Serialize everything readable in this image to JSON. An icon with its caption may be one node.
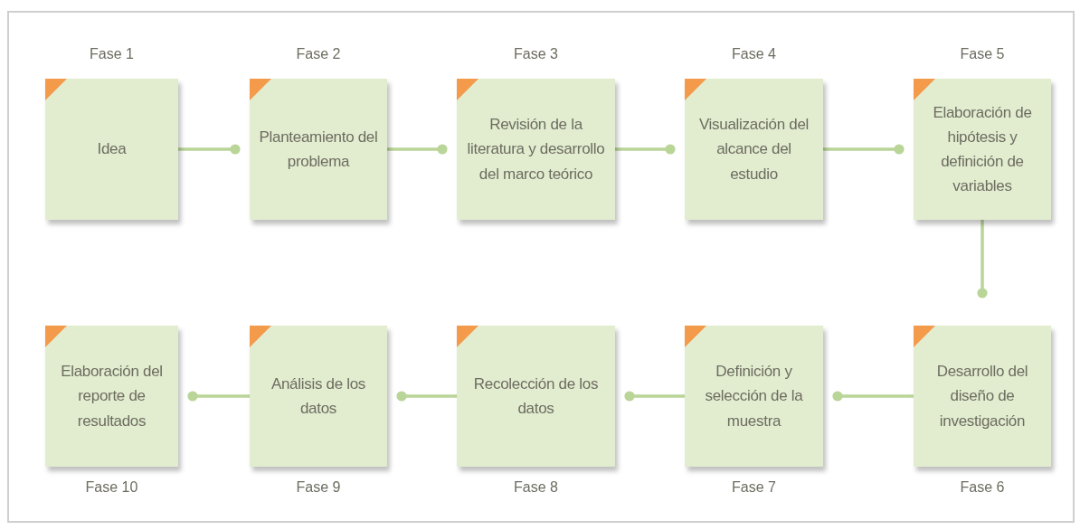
{
  "diagram": {
    "nodes": [
      {
        "text": [
          "Idea"
        ],
        "beside": [
          "Fase 1"
        ]
      },
      {
        "text": [
          "Planteamiento del problema"
        ],
        "beside": [
          "Fase 2"
        ]
      },
      {
        "text": [
          "Revisión de la literatura y desarrollo del marco teórico"
        ],
        "beside": [
          "Fase 3"
        ]
      },
      {
        "text": [
          "Visualización del alcance del estudio"
        ],
        "beside": [
          "Fase 4"
        ]
      },
      {
        "text": [
          "Elaboración de hipótesis y definición de variables"
        ],
        "beside": [
          "Fase 5"
        ]
      },
      {
        "text": [
          "Desarrollo del diseño de investigación"
        ],
        "beside": [
          "Fase 6"
        ]
      },
      {
        "text": [
          "Definición y selección de la muestra"
        ],
        "beside": [
          "Fase 7"
        ]
      },
      {
        "text": [
          "Recolección de los datos"
        ],
        "beside": [
          "Fase 8"
        ]
      },
      {
        "text": [
          "Análisis de los datos"
        ],
        "beside": [
          "Fase 9"
        ]
      },
      {
        "text": [
          "Elaboración del reporte de resultados"
        ],
        "beside": [
          "Fase 10"
        ]
      }
    ],
    "edges": [
      {
        "from": 0,
        "to": 1,
        "arrow": "other"
      },
      {
        "from": 1,
        "to": 2,
        "arrow": "other"
      },
      {
        "from": 2,
        "to": 3,
        "arrow": "other"
      },
      {
        "from": 3,
        "to": 4,
        "arrow": "other"
      },
      {
        "from": 4,
        "to": 5,
        "arrow": "other"
      },
      {
        "from": 5,
        "to": 6,
        "arrow": "other"
      },
      {
        "from": 6,
        "to": 7,
        "arrow": "other"
      },
      {
        "from": 7,
        "to": 8,
        "arrow": "other"
      },
      {
        "from": 8,
        "to": 9,
        "arrow": "other"
      }
    ]
  }
}
